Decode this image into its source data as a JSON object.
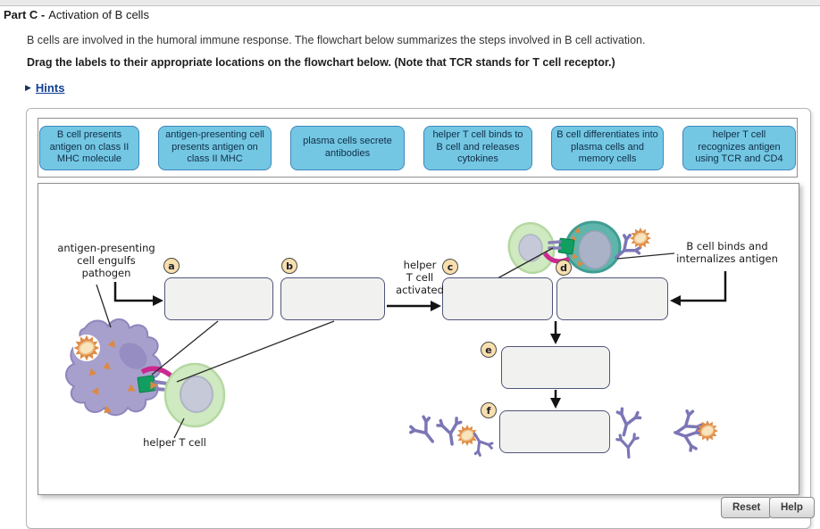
{
  "header": {
    "part_label": "Part C -",
    "title": "Activation of B cells"
  },
  "intro": {
    "line1": "B cells are involved in the humoral immune response. The flowchart below summarizes the steps involved in B cell activation.",
    "line2": "Drag the labels to their appropriate locations on the flowchart below. (Note that TCR stands for T cell receptor.)"
  },
  "hints": {
    "label": "Hints"
  },
  "labels": [
    "B cell presents antigen on class II MHC molecule",
    "antigen-presenting cell presents antigen on class II MHC",
    "plasma cells secrete antibodies",
    "helper T cell binds to B cell and releases cytokines",
    "B cell differentiates into plasma cells and memory cells",
    "helper T cell recognizes antigen using TCR and CD4"
  ],
  "flowchart": {
    "badges": [
      "a",
      "b",
      "c",
      "d",
      "e",
      "f"
    ],
    "annotations": {
      "apc": [
        "antigen-presenting",
        "cell engulfs",
        "pathogen"
      ],
      "helper_activated": [
        "helper",
        "T cell",
        "activated"
      ],
      "bcell_binds": [
        "B cell binds and",
        "internalizes antigen"
      ],
      "helper_t_cell": "helper T cell"
    }
  },
  "buttons": {
    "reset": "Reset",
    "help": "Help"
  },
  "colors": {
    "chip_fill": "#74c7e3",
    "chip_border": "#3d86bf",
    "dropbox_fill": "#f1f1ef",
    "dropbox_border": "#50557a",
    "badge_fill": "#f8dfae",
    "arrow": "#141414",
    "apc_purple": "#a7a0cc",
    "t_cell_green": "#cfe9c0",
    "b_cell_teal": "#5fb5ab",
    "antibody_purple": "#7b76b5",
    "antigen_orange": "#e08c47",
    "mhc_green": "#129e60",
    "tcr_magenta": "#cb2990",
    "hints_blue": "#0f3e97"
  }
}
